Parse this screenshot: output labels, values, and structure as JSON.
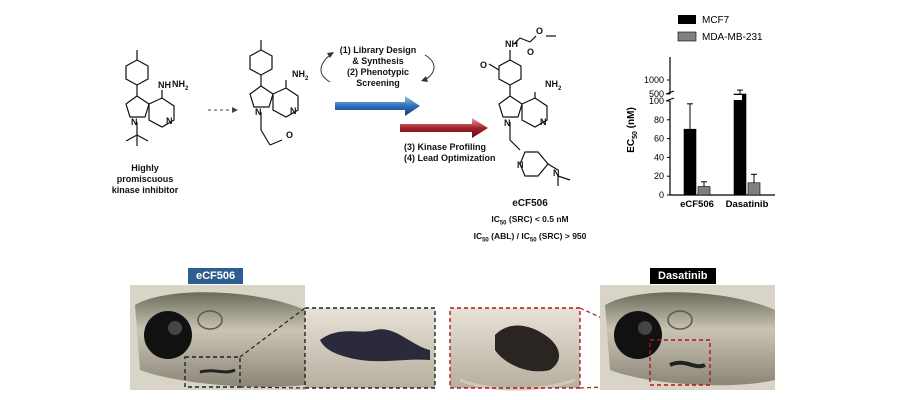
{
  "scheme": {
    "start_compound_caption": [
      "Highly",
      "promiscuous",
      "kinase inhibitor"
    ],
    "steps_top": [
      "(1) Library Design",
      "& Synthesis",
      "(2) Phenotypic",
      "Screening"
    ],
    "steps_bottom": [
      "(3) Kinase Profiling",
      "(4) Lead Optimization"
    ],
    "atom_labels": {
      "nh2": "NH",
      "nh2_sub": "2",
      "n": "N",
      "nh": "NH",
      "o": "O"
    },
    "product_name": "eCF506",
    "ic50_line1": {
      "pre": "IC",
      "sub": "50",
      "post": " (SRC) < 0.5 nM"
    },
    "ic50_line2": {
      "pre": "IC",
      "sub": "50",
      "mid": " (ABL) / IC",
      "sub2": "50",
      "post": " (SRC) > 950"
    }
  },
  "chart_data": {
    "type": "bar",
    "categories": [
      "eCF506",
      "Dasatinib"
    ],
    "series": [
      {
        "name": "MCF7",
        "color": "#000000",
        "values": [
          70,
          500
        ],
        "error": [
          27,
          140
        ]
      },
      {
        "name": "MDA-MB-231",
        "color": "#808080",
        "values": [
          9,
          13
        ],
        "error": [
          5,
          9
        ]
      }
    ],
    "ylabel": {
      "pre": "EC",
      "sub": "50",
      "post": " (nM)"
    },
    "y_ticks_low": [
      "0",
      "20",
      "40",
      "60",
      "80",
      "100"
    ],
    "y_ticks_high": [
      "500",
      "1000"
    ],
    "axis": "broken",
    "legend": "top"
  },
  "photos": {
    "left_label": "eCF506",
    "left_label_color": "#2e5d8f",
    "right_label": "Dasatinib",
    "right_label_color": "#000000",
    "left_zoom_border": "#222222",
    "right_zoom_border": "#b3161b"
  }
}
